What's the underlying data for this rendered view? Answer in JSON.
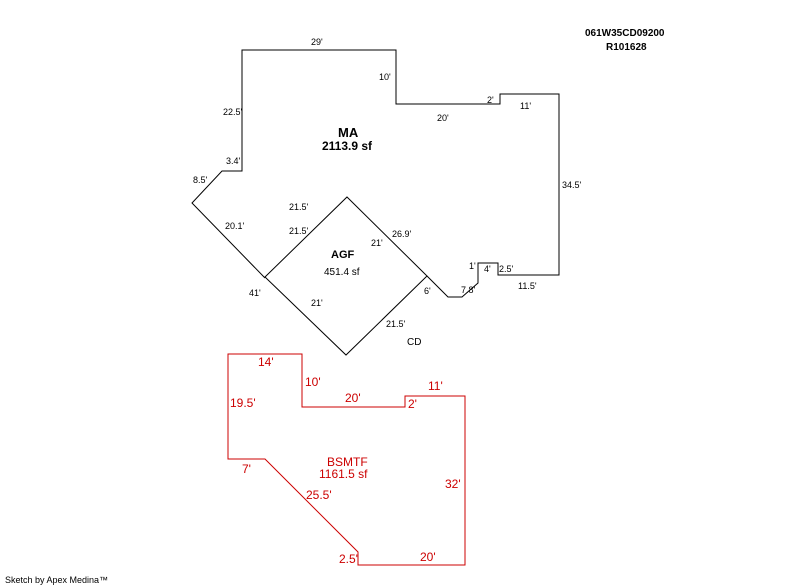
{
  "parcel": {
    "map_id": "061W35CD09200",
    "account": "R101628"
  },
  "credit": "Sketch by Apex Medina™",
  "ma": {
    "name": "MA",
    "area": "2113.9 sf",
    "dims": [
      "29'",
      "10'",
      "2'",
      "11'",
      "20'",
      "22.5'",
      "3.4'",
      "8.5'",
      "34.5'",
      "20.1'",
      "21.5'",
      "26.9'",
      "1'",
      "4'",
      "2.5'",
      "7.8'",
      "11.5'",
      "6'",
      "41'"
    ]
  },
  "agf": {
    "name": "AGF",
    "area": "451.4 sf",
    "dims": [
      "21.5'",
      "21'",
      "21'",
      "21.5'"
    ]
  },
  "cd": {
    "label": "CD"
  },
  "bsmtf": {
    "name": "BSMTF",
    "area": "1161.5 sf",
    "dims": [
      "14'",
      "10'",
      "20'",
      "11'",
      "19.5'",
      "2'",
      "32'",
      "7'",
      "25.5'",
      "2.5'",
      "20'"
    ]
  },
  "colors": {
    "main_outline": "#000000",
    "basement_outline": "#cc0000"
  }
}
